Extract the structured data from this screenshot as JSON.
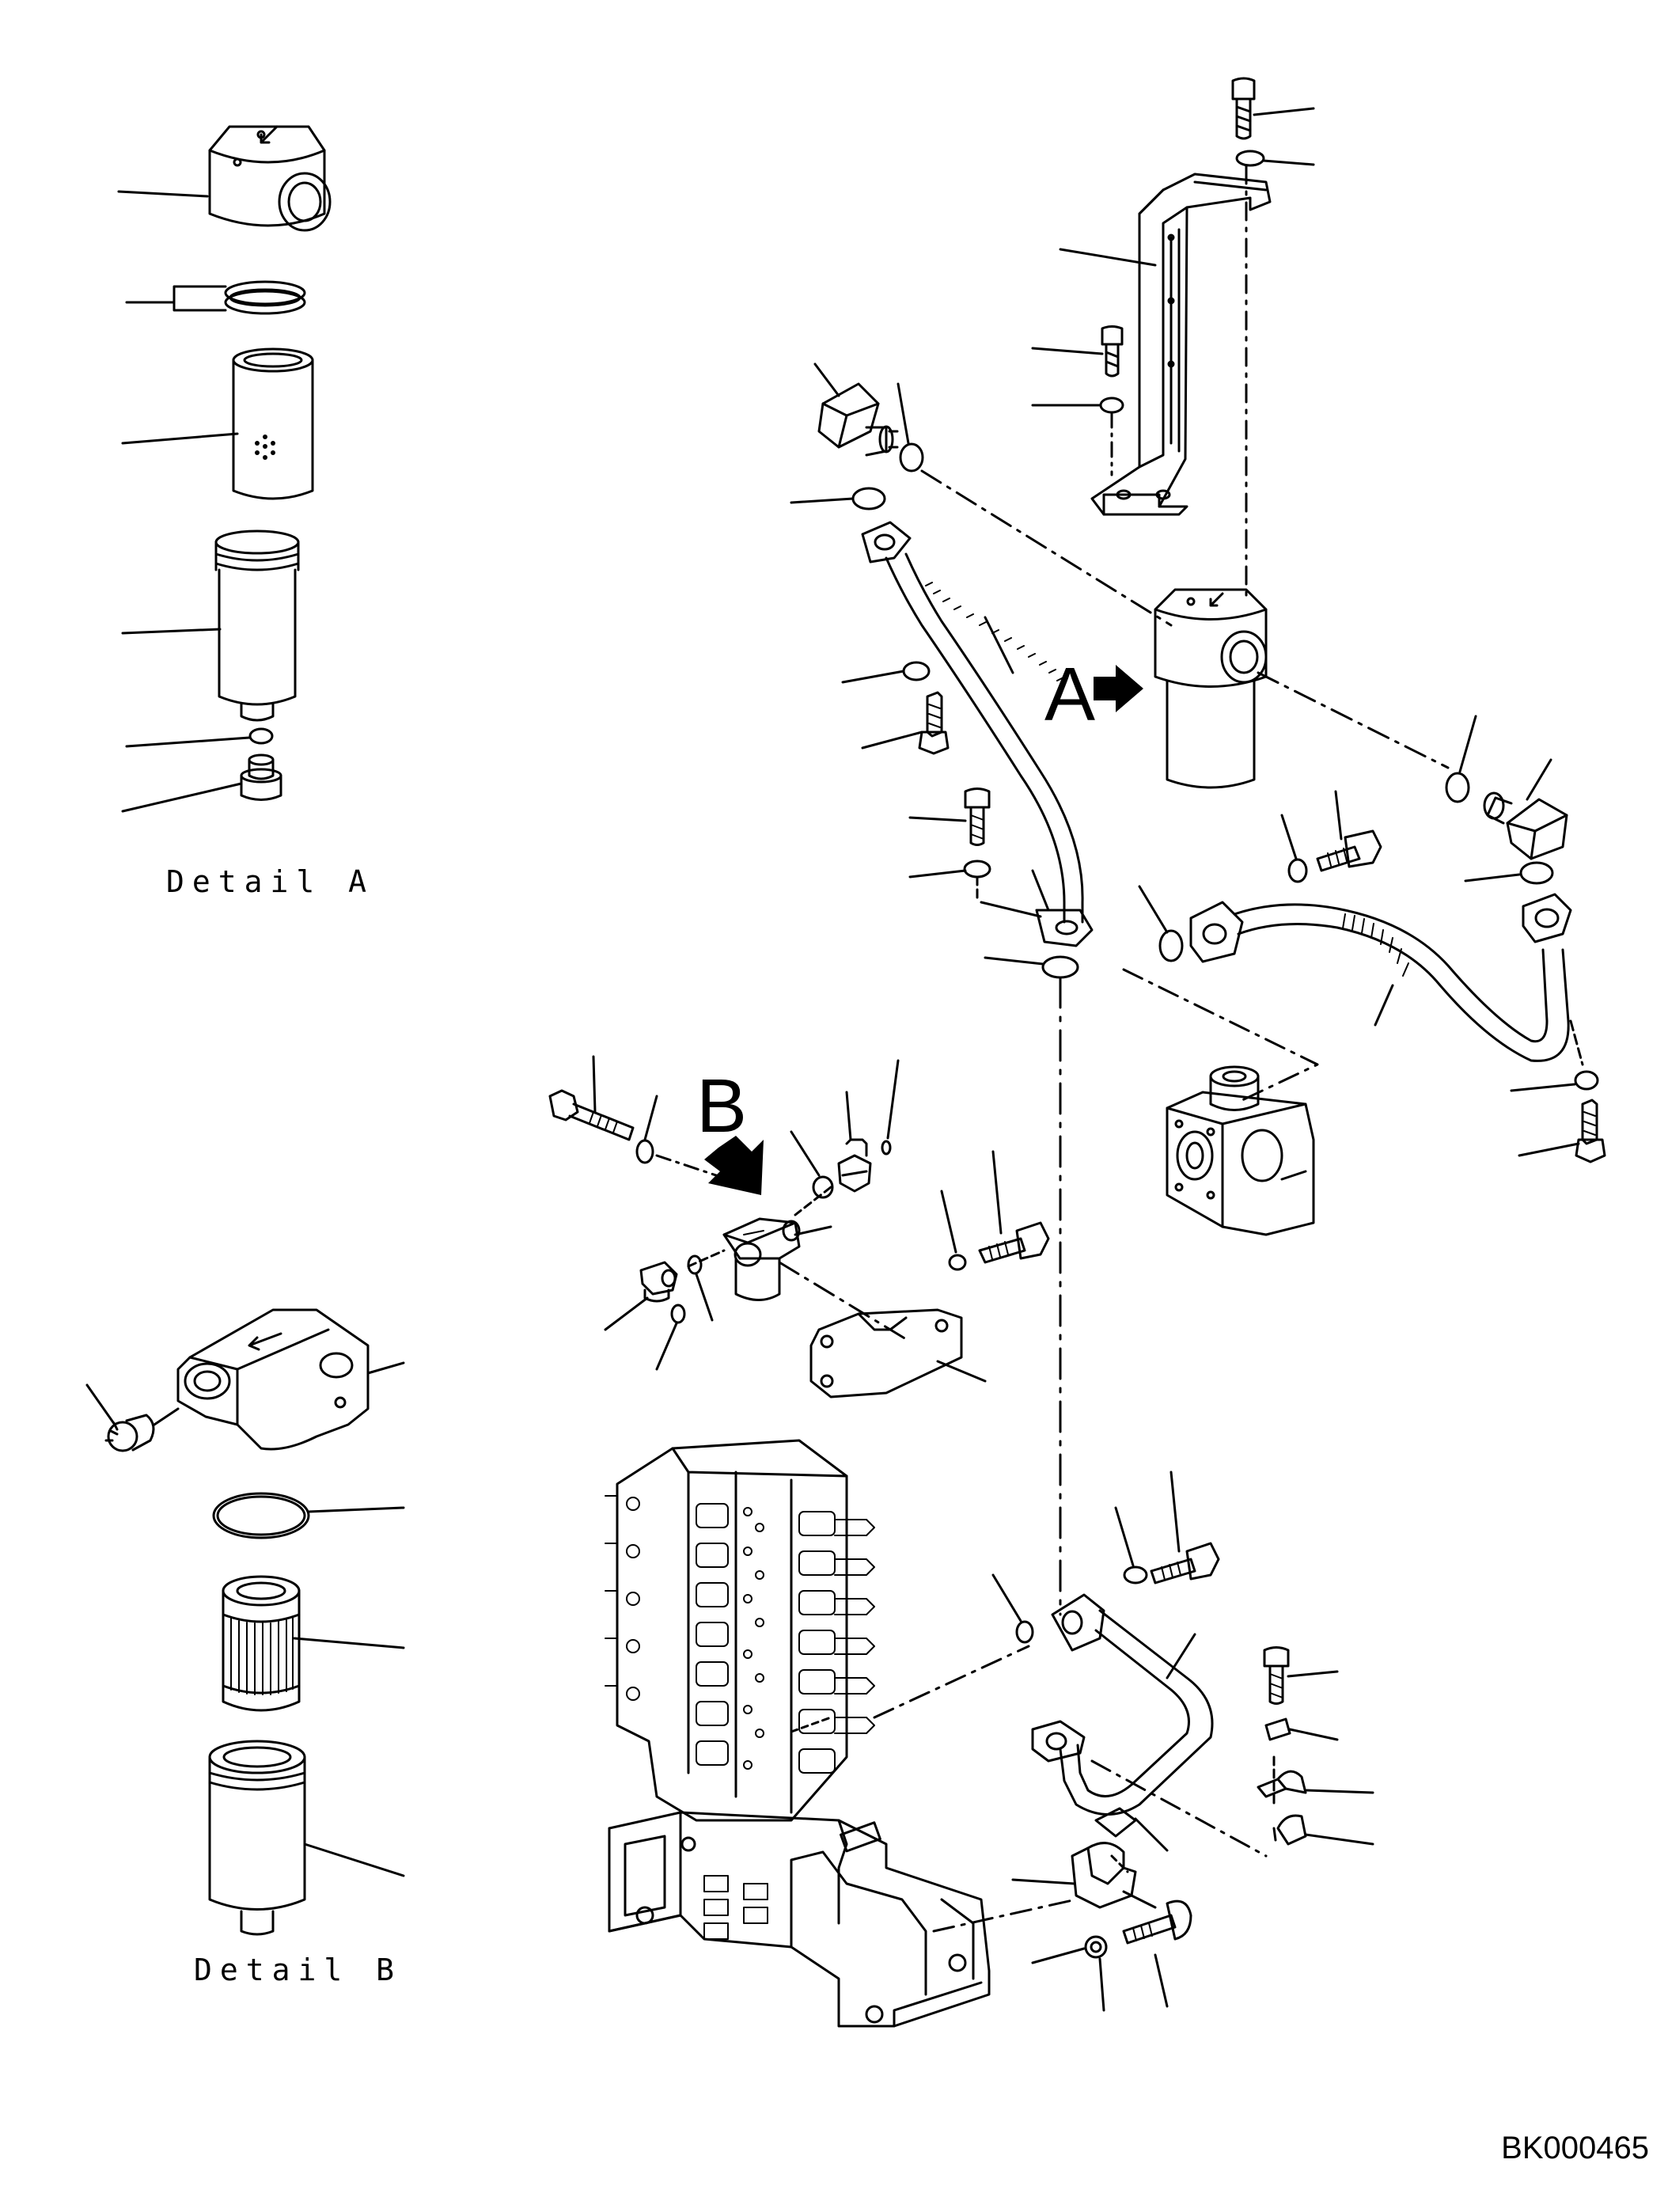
{
  "detail_a": {
    "label": "Detail A"
  },
  "detail_b": {
    "label": "Detail B"
  },
  "view_a": {
    "letter": "A"
  },
  "view_b": {
    "letter": "B"
  },
  "drawing_code": "BK000465",
  "colors": {
    "ink": "#000000",
    "paper": "#ffffff"
  }
}
